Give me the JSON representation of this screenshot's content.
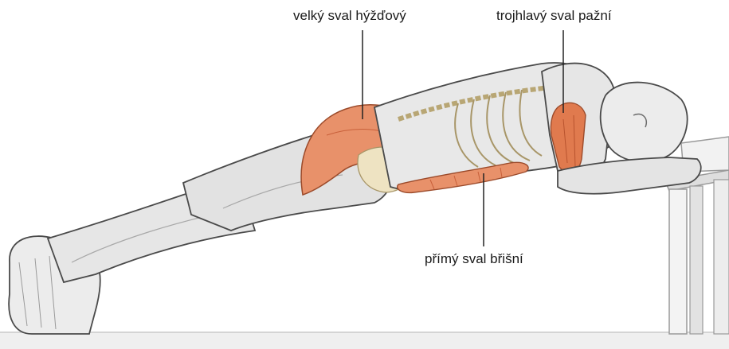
{
  "labels": {
    "gluteus": "velký sval hýžďový",
    "triceps": "trojhlavý sval pažní",
    "abdominis": "přímý sval břišní"
  },
  "colors": {
    "muscle_highlight": "#e07a4e",
    "muscle_highlight_light": "#eea37f",
    "body_fill": "#e9e9e9",
    "body_shadow": "#c9c9c9",
    "outline": "#4a4a4a",
    "bone": "#e8dcb8",
    "bone_outline": "#a89668",
    "leader_line": "#222222",
    "bench": "#eeeeee"
  },
  "icons": {
    "figure": "plank-figure-illustration",
    "bench": "bench-illustration"
  }
}
